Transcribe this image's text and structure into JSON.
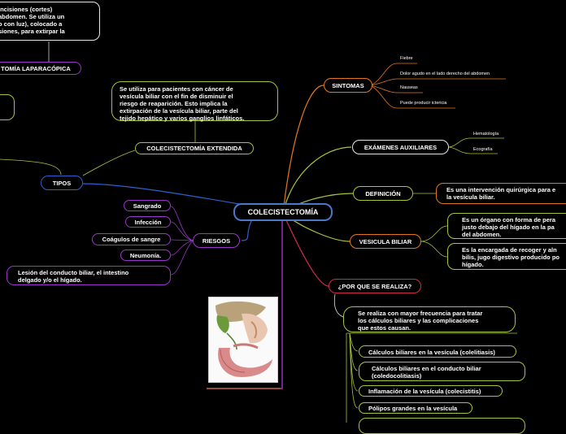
{
  "center": "COLECISTECTOMÍA",
  "topleft_desc": "incisiones (cortes)\nabdomen. Se utiliza un\no con luz), colocado a\nsiones, para extirpar la",
  "laparoscopica": "TOMÍA LAPARACÓPICA",
  "extendida_desc": "Se utiliza para pacientes con cáncer de\nvesícula biliar con el fin de disminuir el\nriesgo de reaparición. Esto implica la\nextirpación de la vesícula biliar, parte del\ntejido hepático y varios ganglios linfáticos.",
  "extendida": "COLECISTECTOMÍA EXTENDIDA",
  "tipos": "TIPOS",
  "riesgos": {
    "label": "RIESGOS",
    "items": [
      "Sangrado",
      "Infección",
      "Coágulos de sangre",
      "Neumonía.",
      "Lesión del conducto biliar, el intestino\ndelgado y/o el hígado."
    ]
  },
  "sintomas": {
    "label": "SINTOMAS",
    "items": [
      "Fiebre",
      "Dolor agudo en el lado derecho del abdomen",
      "Nauseas",
      "Puede producir ictericia"
    ]
  },
  "examenes": {
    "label": "EXÁMENES AUXILIARES",
    "items": [
      "Hematología",
      "Ecografía"
    ]
  },
  "definicion": {
    "label": "DEFINICIÓN",
    "text": "Es una intervención quirúrgica para e\nla vesícula biliar."
  },
  "vesicula": {
    "label": "VESICULA BILIAR",
    "items": [
      "Es un órgano con forma de pera\njusto debajo del hígado en la pa\ndel abdomen.",
      "Es la encargada de recoger y aln\nbilis, jugo digestivo producido po\nhígado."
    ]
  },
  "porque": {
    "label": "¿POR QUE SE REALIZA?",
    "intro": "Se realiza con mayor frecuencia para tratar\nlos cálculos biliares y las complicaciones\nque estos causan.",
    "items": [
      "Cálculos biliares en la vesícula (colelitiasis)",
      "Cálculos biliares en el conducto biliar\n(coledocolitiasis)",
      "Inflamación de la vesícula (colecistitis)",
      "Pólipos grandes en la vesícula"
    ]
  },
  "colors": {
    "blue": "#4a78c8",
    "purple": "#9b35c9",
    "orange": "#e0781b",
    "green": "#a6c43a",
    "red": "#d02a4a"
  }
}
